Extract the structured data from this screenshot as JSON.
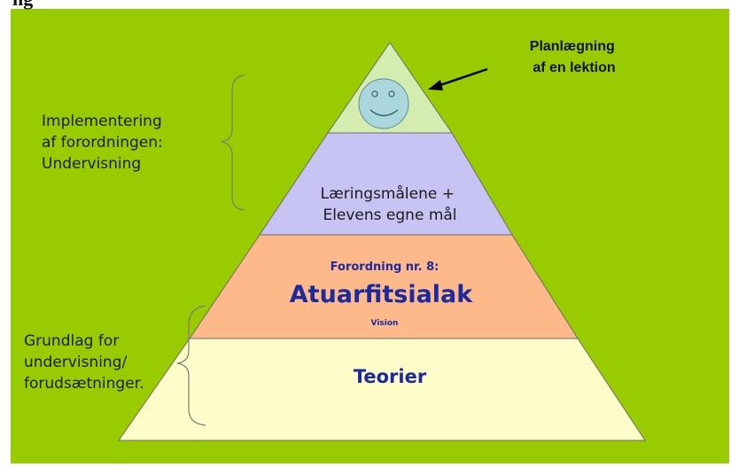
{
  "header_fragment": "ng",
  "callout": {
    "line1": "Planlægning",
    "line2": "af en lektion"
  },
  "left_labels": {
    "top": [
      "Implementering",
      "af forordningen:",
      "Undervisning"
    ],
    "bottom": [
      "Grundlag for",
      "undervisning/",
      "forudsætninger."
    ]
  },
  "levels": {
    "apex": {
      "icon": "smiley-face-icon"
    },
    "second": [
      "Læringsmålene +",
      "Elevens egne mål"
    ],
    "third": {
      "subtitle": "Forordning nr. 8:",
      "title": "Atuarfitsialak",
      "caption": "Vision"
    },
    "base": "Teorier"
  },
  "colors": {
    "background": "#99cc00",
    "apex": "#d4ecb0",
    "second": "#c7c3f2",
    "third": "#fdb98a",
    "base": "#fefcc8",
    "label_blue": "#1c2aa0"
  }
}
